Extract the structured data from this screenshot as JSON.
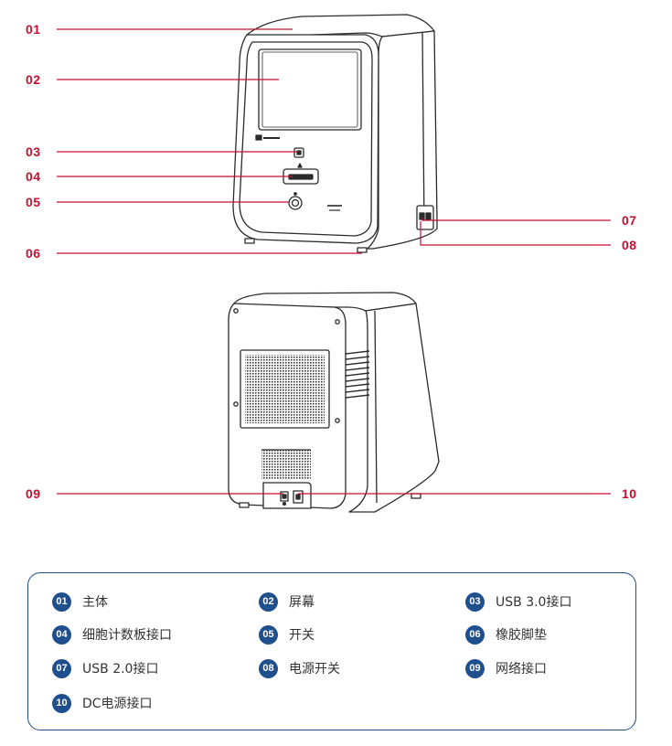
{
  "colors": {
    "accent": "#c8102e",
    "legend_border": "#1f4f8c",
    "badge": "#1f4f8c",
    "outline": "#2b2b2b"
  },
  "callouts": [
    "01",
    "02",
    "03",
    "04",
    "05",
    "06",
    "07",
    "08",
    "09",
    "10"
  ],
  "legend": [
    {
      "num": "01",
      "label": "主体"
    },
    {
      "num": "02",
      "label": "屏幕"
    },
    {
      "num": "03",
      "label": "USB 3.0接口"
    },
    {
      "num": "04",
      "label": "细胞计数板接口"
    },
    {
      "num": "05",
      "label": "开关"
    },
    {
      "num": "06",
      "label": "橡胶脚垫"
    },
    {
      "num": "07",
      "label": "USB 2.0接口"
    },
    {
      "num": "08",
      "label": "电源开关"
    },
    {
      "num": "09",
      "label": "网络接口"
    },
    {
      "num": "10",
      "label": "DC电源接口"
    }
  ]
}
